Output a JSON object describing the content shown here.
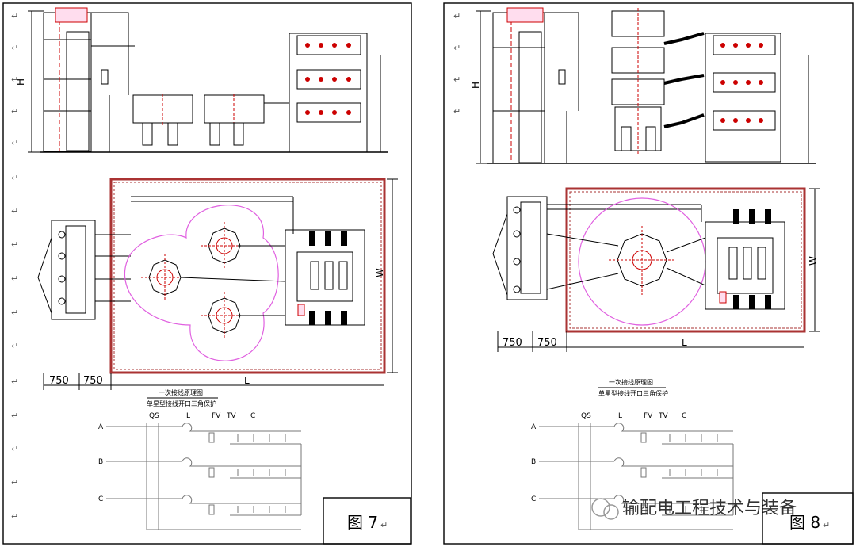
{
  "panels": [
    {
      "dim_h": "H",
      "dim_w": "W",
      "dim_l": "L",
      "dim_750_a": "750",
      "dim_750_b": "750",
      "schematic_title_1": "一次接线原理图",
      "schematic_title_2": "单星型接线开口三角保护",
      "labels": {
        "qs": "QS",
        "l": "L",
        "fv": "FV",
        "tv": "TV",
        "c": "C"
      },
      "phases": [
        "A",
        "B",
        "C"
      ],
      "figure_label": "图 7"
    },
    {
      "dim_h": "H",
      "dim_w": "W",
      "dim_l": "L",
      "dim_750_a": "750",
      "dim_750_b": "750",
      "schematic_title_1": "一次接线原理图",
      "schematic_title_2": "单星型接线开口三角保护",
      "labels": {
        "qs": "QS",
        "l": "L",
        "fv": "FV",
        "tv": "TV",
        "c": "C"
      },
      "phases": [
        "A",
        "B",
        "C"
      ],
      "figure_label": "图 8"
    }
  ],
  "watermark": "输配电工程技术与装备",
  "return_mark": "↵"
}
